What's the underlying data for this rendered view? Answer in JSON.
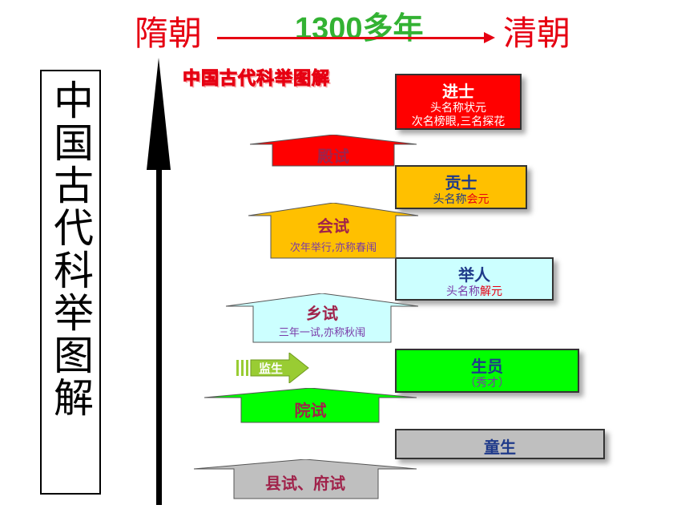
{
  "header": {
    "start_dynasty": "隋朝",
    "duration": "1300多年",
    "end_dynasty": "清朝"
  },
  "vertical_title": "中国古代科举图解",
  "diagram_title": "中国古代科举图解",
  "degrees": [
    {
      "title": "进士",
      "line1": "头名称状元",
      "line2": "次名榜眼,三名探花",
      "color": "#ff0000"
    },
    {
      "title": "贡士",
      "line1_prefix": "头名称",
      "line1_highlight": "会元",
      "color": "#ffc000"
    },
    {
      "title": "举人",
      "line1_prefix": "头名称",
      "line1_highlight": "解元",
      "color": "#ccffff"
    },
    {
      "title": "生员",
      "line1": "（秀才）",
      "color": "#00ff00"
    },
    {
      "title": "童生",
      "color": "#bfbfbf"
    }
  ],
  "exams": [
    {
      "title": "殿试",
      "color": "#ff0000"
    },
    {
      "title": "会试",
      "sub": "次年举行,亦称春闱",
      "color": "#ffc000"
    },
    {
      "title": "乡试",
      "sub": "三年一试,亦称秋闱",
      "color": "#ccffff"
    },
    {
      "title": "院试",
      "color": "#00ff00"
    },
    {
      "title": "县试、府试",
      "color": "#bfbfbf"
    }
  ],
  "side_entry": {
    "label": "监生",
    "color": "#99cc33"
  },
  "colors": {
    "accent_red": "#e60012",
    "accent_green": "#33b233",
    "text_blue": "#1f3a8a"
  }
}
